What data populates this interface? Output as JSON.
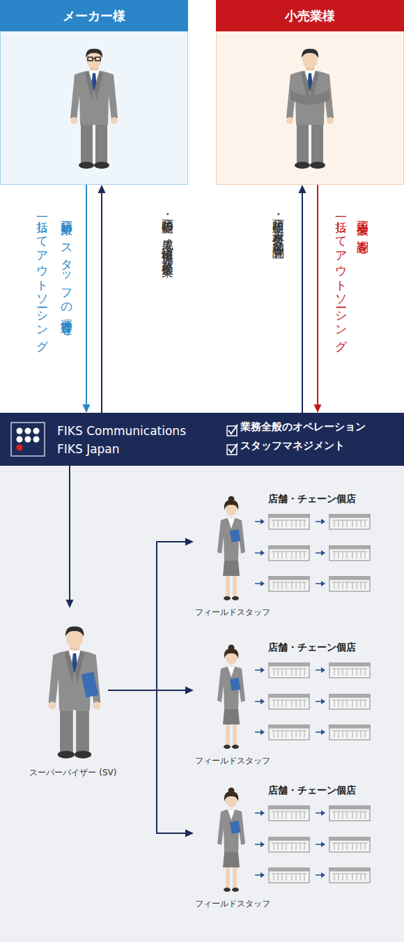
{
  "diagram": {
    "nodes": [
      {
        "text": [
          "メーカー様"
        ]
      },
      {
        "text": [
          "小売業様"
        ]
      },
      {
        "text": [
          "FIKS Communications FIKS Japan",
          "業務全般のオペレーション",
          "スタッフマネジメント"
        ]
      },
      {
        "text": [
          "スーパーバイザー (SV)"
        ]
      },
      {
        "text": [
          "店舗・チェーン個店",
          "フィールドスタッフ"
        ]
      },
      {
        "text": [
          "店舗・チェーン個店",
          "フィールドスタッフ"
        ]
      },
      {
        "text": [
          "店舗・チェーン個店",
          "フィールドスタッフ"
        ]
      }
    ],
    "edges": [
      {
        "from": 0,
        "to": 2,
        "arrow": "to",
        "label": "店頭対策や スタッフの運営管理を 一括してアウトソーシング"
      },
      {
        "from": 2,
        "to": 0,
        "arrow": "to",
        "label": "・店頭販促の成果 ・情報提供 ・業務提案"
      },
      {
        "from": 2,
        "to": 1,
        "arrow": "to",
        "label": "・店頭販促 ・人材支援 ・各種調査"
      },
      {
        "from": 1,
        "to": 2,
        "arrow": "to",
        "label": "店頭支援や調査を 一括してアウトソーシング"
      },
      {
        "from": 2,
        "to": 3,
        "arrow": "to"
      },
      {
        "from": 3,
        "to": 4,
        "arrow": "to"
      },
      {
        "from": 3,
        "to": 5,
        "arrow": "to"
      },
      {
        "from": 3,
        "to": 6,
        "arrow": "to"
      }
    ]
  }
}
